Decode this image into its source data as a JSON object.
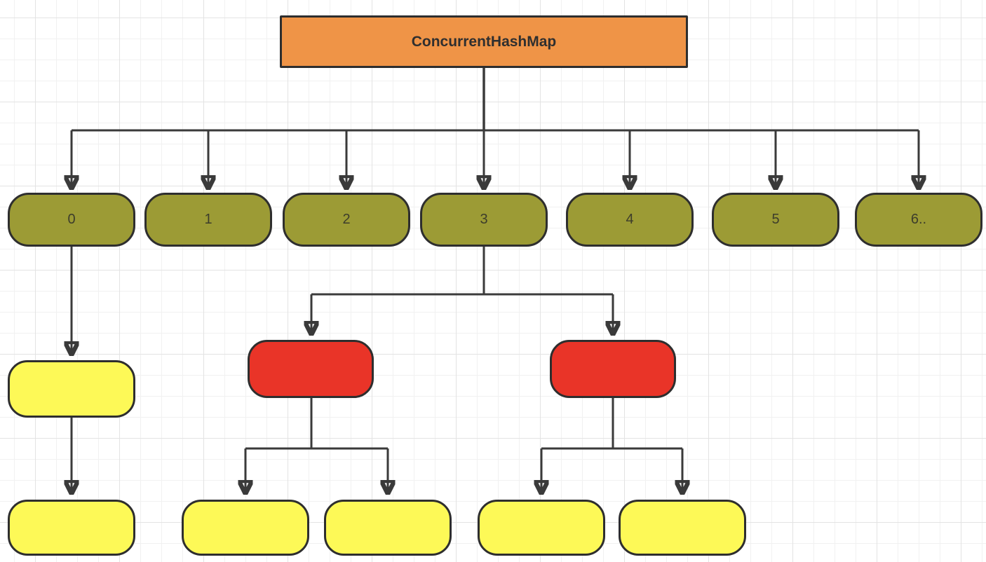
{
  "diagram": {
    "root": {
      "label": "ConcurrentHashMap"
    },
    "buckets": [
      {
        "label": "0"
      },
      {
        "label": "1"
      },
      {
        "label": "2"
      },
      {
        "label": "3"
      },
      {
        "label": "4"
      },
      {
        "label": "5"
      },
      {
        "label": "6.."
      }
    ],
    "colors": {
      "root_fill": "#ef9447",
      "bucket_fill": "#9c9b35",
      "tree_node_fill": "#e93428",
      "list_node_fill": "#fdf957",
      "node_border": "#2e2e2e",
      "connector": "#3a3a3a",
      "grid_minor": "#f1f1f1",
      "grid_major": "#e3e3e3",
      "background": "#ffffff"
    }
  }
}
